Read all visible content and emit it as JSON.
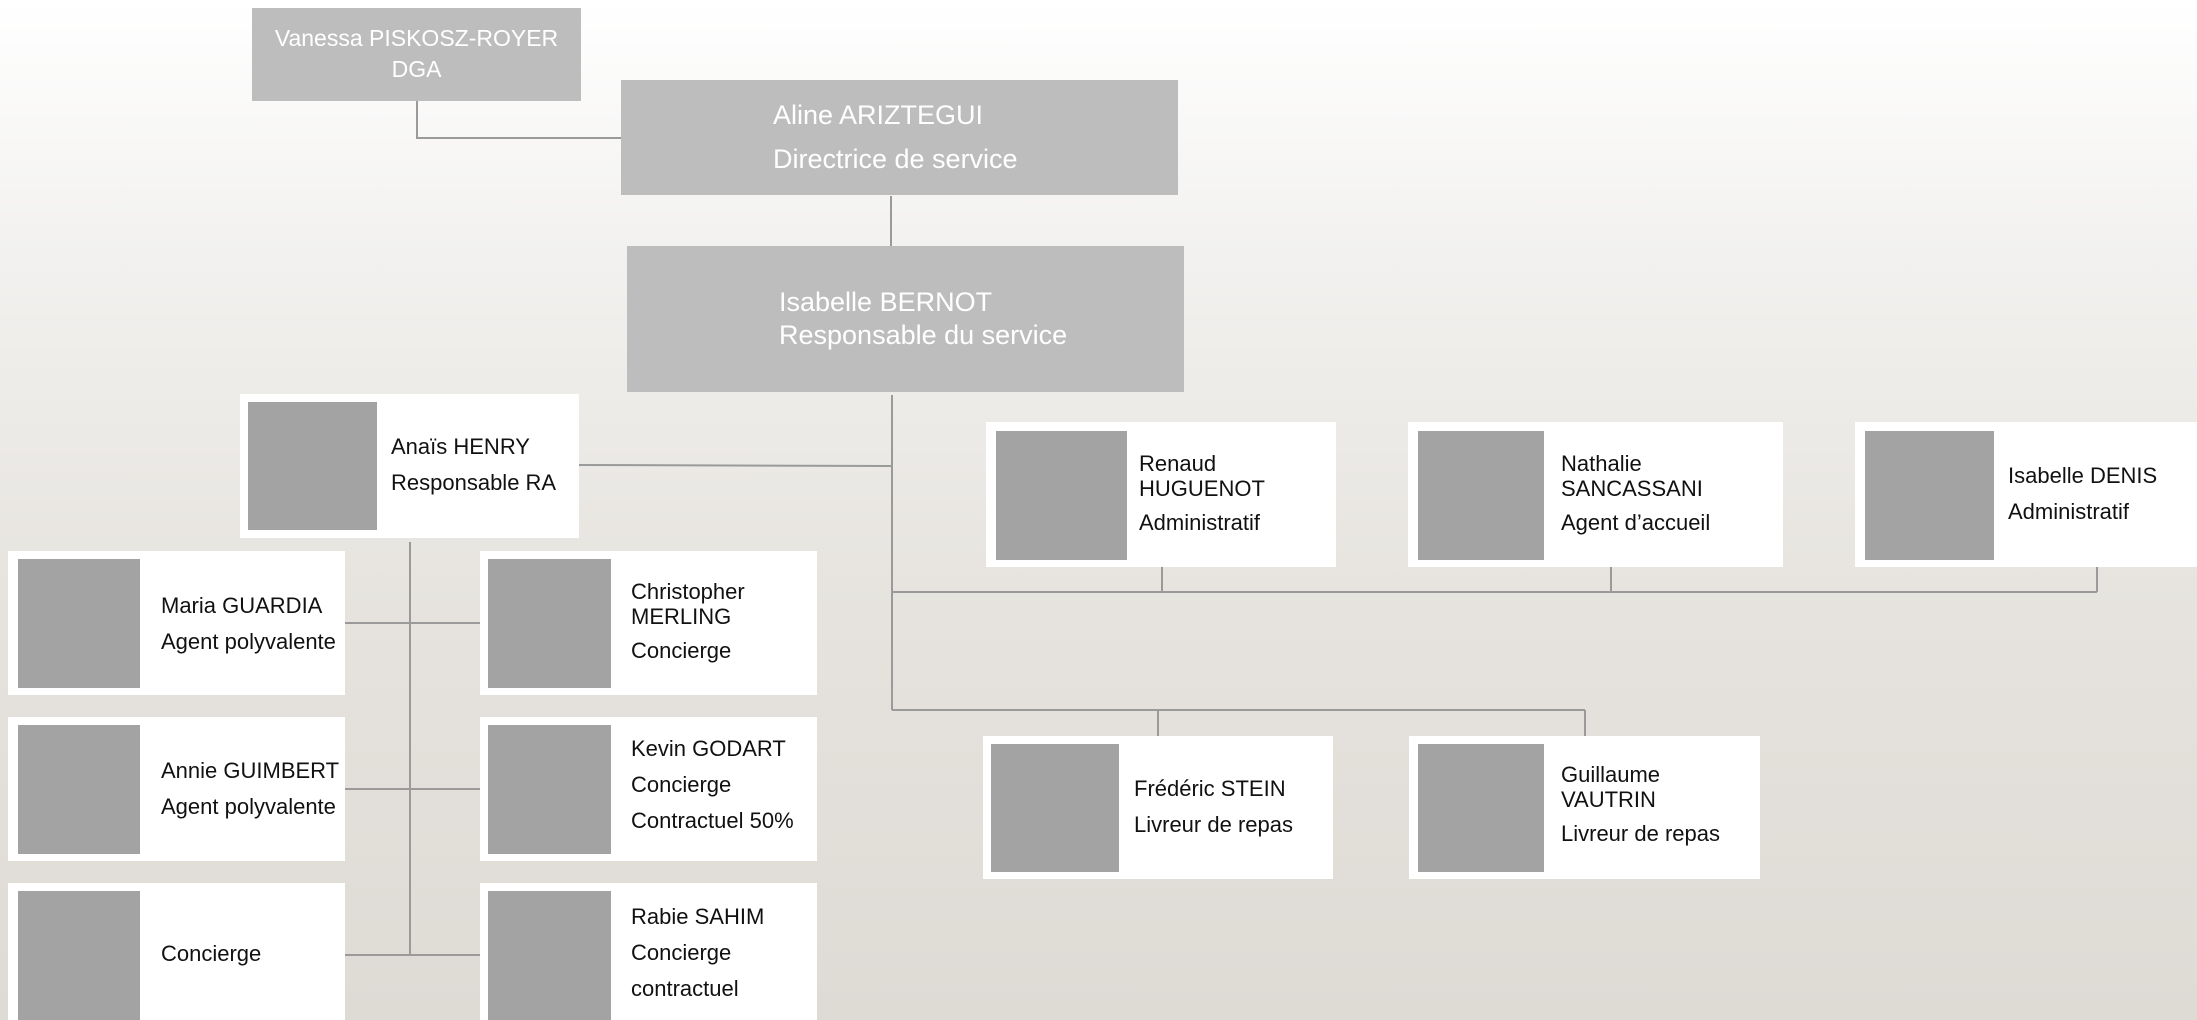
{
  "colors": {
    "header_box": "#bdbdbd",
    "header_text": "#ffffff",
    "photo_placeholder": "#a3a3a3",
    "card_bg": "#ffffff",
    "connector": "#9a9a9a"
  },
  "dga": {
    "name": "Vanessa PISKOSZ-ROYER",
    "title": "DGA"
  },
  "director": {
    "name": "Aline ARIZTEGUI",
    "title": "Directrice de service"
  },
  "service_head": {
    "name": "Isabelle BERNOT",
    "title": "Responsable du service"
  },
  "ra": {
    "name": "Anaïs HENRY",
    "title": "Responsable RA"
  },
  "staff_left": [
    {
      "name": "Maria GUARDIA",
      "role": "Agent polyvalente"
    },
    {
      "name": "Annie GUIMBERT",
      "role": "Agent polyvalente"
    },
    {
      "name": "",
      "role": "Concierge"
    }
  ],
  "staff_middle": [
    {
      "name_line1": "Christopher",
      "name_line2": "MERLING",
      "role": "Concierge"
    },
    {
      "name": "Kevin GODART",
      "role": "Concierge",
      "extra": "Contractuel 50%"
    },
    {
      "name": "Rabie SAHIM",
      "role": "Concierge",
      "extra": "contractuel"
    }
  ],
  "admin_staff": [
    {
      "name_line1": "Renaud",
      "name_line2": "HUGUENOT",
      "role": "Administratif"
    },
    {
      "name_line1": "Nathalie",
      "name_line2": "SANCASSANI",
      "role": "Agent d’accueil"
    },
    {
      "name": "Isabelle DENIS",
      "role": "Administratif"
    }
  ],
  "delivery_staff": [
    {
      "name": "Frédéric STEIN",
      "role": "Livreur de repas"
    },
    {
      "name_line1": "Guillaume",
      "name_line2": "VAUTRIN",
      "role": "Livreur de repas"
    }
  ]
}
